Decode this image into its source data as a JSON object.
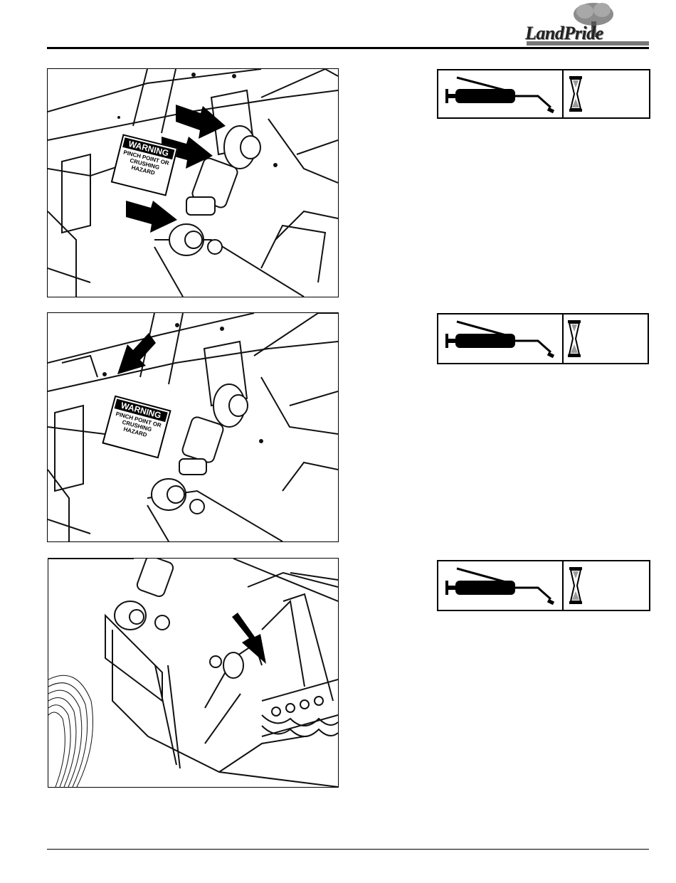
{
  "header": {
    "logo_text": "LandPride",
    "logo_alt": "Land Pride"
  },
  "figures": [
    {
      "warning_title": "WARNING",
      "warning_text": "PINCH POINT OR CRUSHING HAZARD"
    },
    {
      "warning_title": "WARNING",
      "warning_text": "PINCH POINT OR CRUSHING HAZARD"
    },
    {}
  ],
  "lube_icons": [
    {
      "icon": "grease-gun-icon",
      "interval_icon": "hourglass-icon"
    },
    {
      "icon": "grease-gun-icon",
      "interval_icon": "hourglass-icon"
    },
    {
      "icon": "grease-gun-icon",
      "interval_icon": "hourglass-icon"
    }
  ],
  "colors": {
    "rule": "#000000",
    "ink": "#111111",
    "sand": "#9a9a9a"
  }
}
